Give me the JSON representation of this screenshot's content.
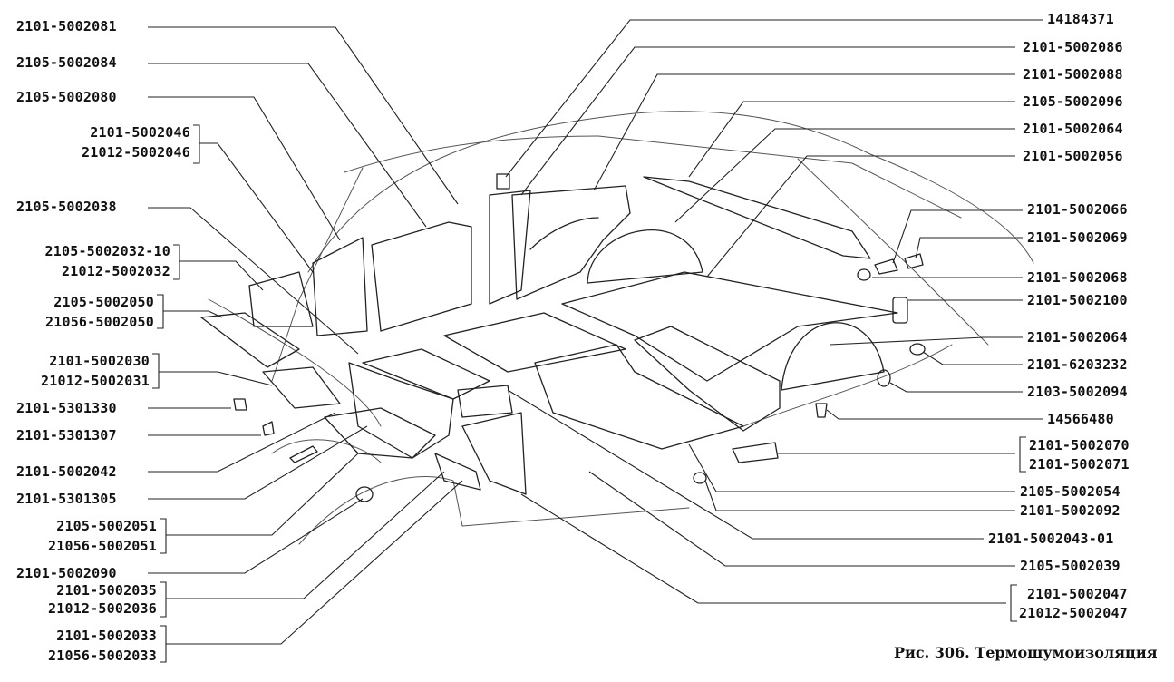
{
  "caption": "Рис. 306. Термошумоизоляция",
  "left_labels": [
    "2101-5002081",
    "2105-5002084",
    "2105-5002080",
    "2101-5002046",
    "21012-5002046",
    "2105-5002038",
    "2105-5002032-10",
    "21012-5002032",
    "2105-5002050",
    "21056-5002050",
    "2101-5002030",
    "21012-5002031",
    "2101-5301330",
    "2101-5301307",
    "2101-5002042",
    "2101-5301305",
    "2105-5002051",
    "21056-5002051",
    "2101-5002090",
    "2101-5002035",
    "21012-5002036",
    "2101-5002033",
    "21056-5002033"
  ],
  "right_labels": [
    "14184371",
    "2101-5002086",
    "2101-5002088",
    "2105-5002096",
    "2101-5002064",
    "2101-5002056",
    "2101-5002066",
    "2101-5002069",
    "2101-5002068",
    "2101-5002100",
    "2101-5002064",
    "2101-6203232",
    "2103-5002094",
    "14566480",
    "2101-5002070",
    "2101-5002071",
    "2105-5002054",
    "2101-5002092",
    "2101-5002043-01",
    "2105-5002039",
    "2101-5002047",
    "21012-5002047"
  ]
}
